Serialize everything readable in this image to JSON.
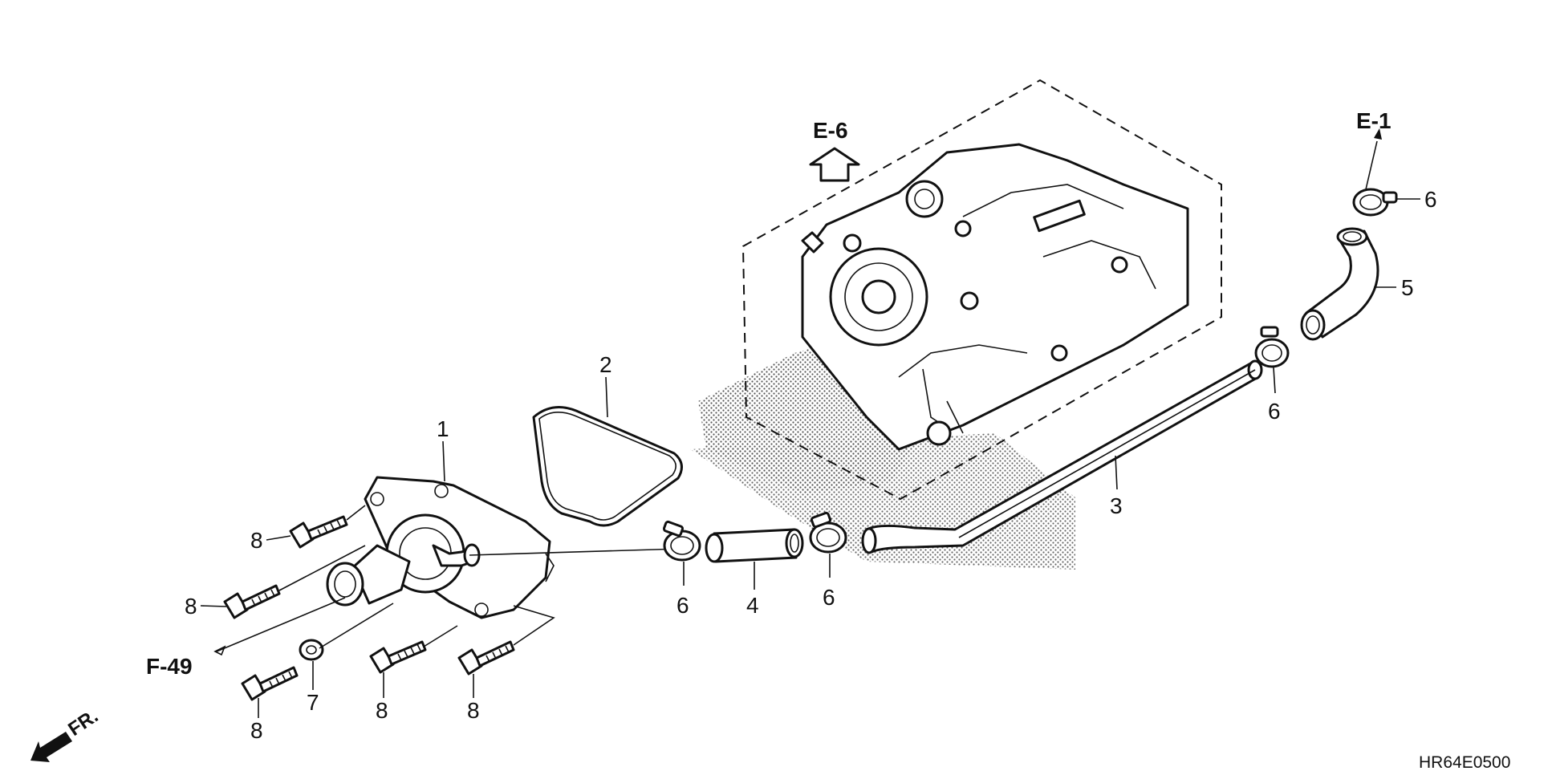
{
  "diagram": {
    "part_numbers": {
      "water_pump_cover": "1",
      "gasket": "2",
      "water_pipe": "3",
      "short_hose": "4",
      "bent_hose": "5",
      "hose_clamp": "6",
      "washer": "7",
      "flange_bolt": "8"
    },
    "refs": {
      "e6": "E-6",
      "e1": "E-1",
      "f49": "F-49"
    },
    "front_indicator": "FR.",
    "diagram_code": "HR64E0500"
  }
}
